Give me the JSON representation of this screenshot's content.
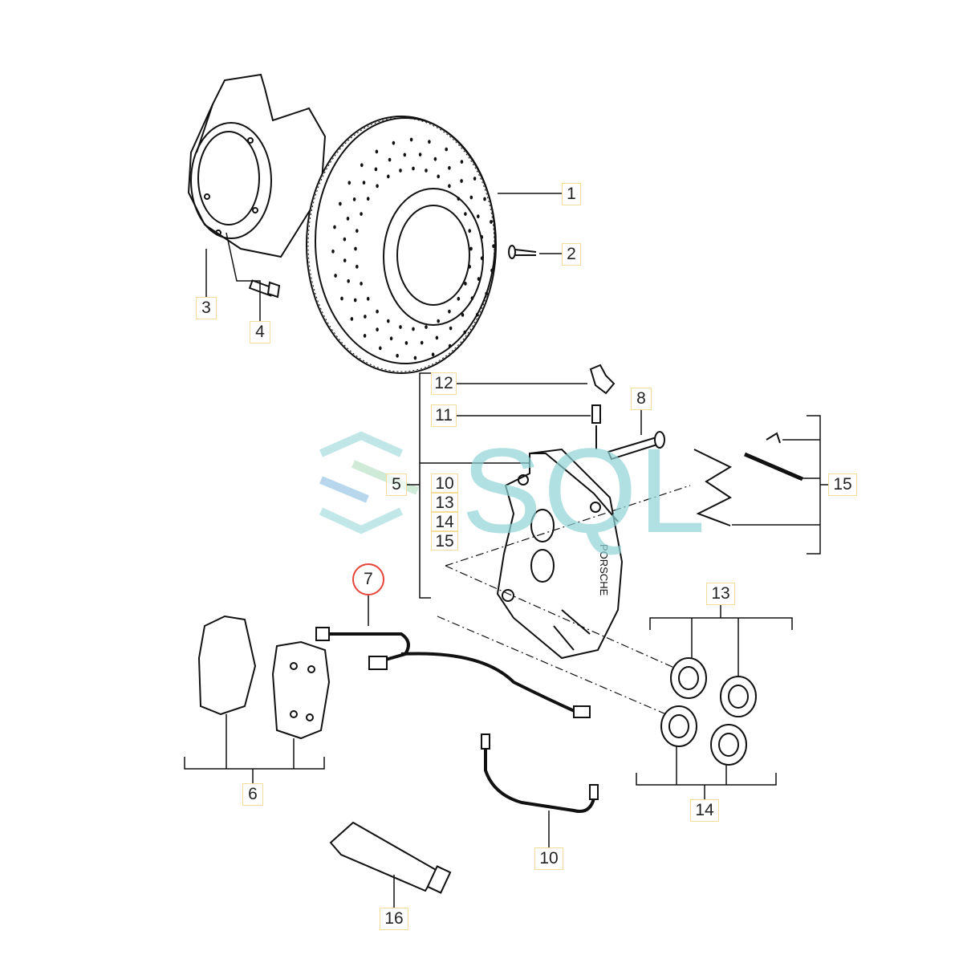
{
  "diagram": {
    "title": "Front brake assembly exploded parts diagram",
    "callouts": {
      "rotor": "1",
      "rotor_screw": "2",
      "dust_shield": "3",
      "shield_bolt": "4",
      "caliper": "5",
      "pads": "6",
      "wear_sensor": "7",
      "caliper_bolt": "8",
      "bleeder_cap": "12",
      "bleeder_valve": "11",
      "caliper_kit": [
        "10",
        "13",
        "14",
        "15"
      ],
      "pin_kit": "15",
      "seal_kit_upper": "13",
      "seal_kit_lower": "14",
      "brake_line": "10",
      "grease_tube": "16"
    },
    "highlighted_callout": "7",
    "caliper_text": "PORSCHE",
    "watermark": "SQL",
    "colors": {
      "line": "#111111",
      "callout_border": "#f5dc9a",
      "highlight": "#e8443a",
      "watermark": "#8fd3d6"
    }
  }
}
